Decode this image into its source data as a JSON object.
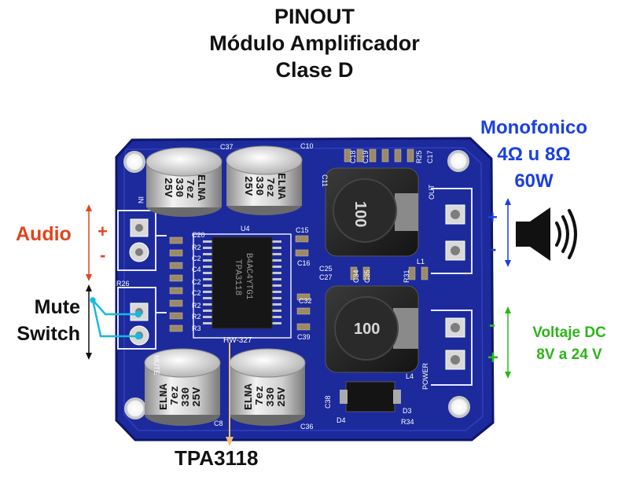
{
  "title": {
    "line1": "PINOUT",
    "line2": "Módulo Amplificador",
    "line3": "Clase D"
  },
  "output": {
    "line1": "Monofonico",
    "line2": "4Ω u 8Ω",
    "line3": "60W",
    "plus": "+",
    "minus": "-",
    "color": "#1a3fe0"
  },
  "audio": {
    "label": "Audio",
    "plus": "+",
    "minus": "-",
    "color": "#e0451e"
  },
  "mute": {
    "line1": "Mute",
    "line2": "Switch"
  },
  "power": {
    "line1": "Voltaje DC",
    "line2": "8V a 24 V",
    "minus": "-",
    "plus": "+",
    "color": "#2db51a"
  },
  "chip_label": "TPA3118",
  "board": {
    "chip_text": [
      "B4AC4YTG1",
      "TPA3118"
    ],
    "module_name": "HW-327",
    "cap_text": [
      "ELNA",
      "7ez",
      "330",
      "25V"
    ],
    "inductor_text": "100",
    "silk": {
      "c37": "C37",
      "c10": "C10",
      "c20": "C20",
      "u4": "U4",
      "c15": "C15",
      "c16": "C16",
      "c25": "C25",
      "c27": "C27",
      "c32": "C32",
      "c39": "C39",
      "r26": "R26",
      "c8": "C8",
      "c36": "C36",
      "c38": "C38",
      "c18": "C18",
      "c19": "C19",
      "r25": "R25",
      "c17": "C17",
      "c11": "C11",
      "l1": "L1",
      "l4": "L4",
      "d3": "D3",
      "d4": "D4",
      "r34": "R34",
      "r31": "R31",
      "c34": "C34",
      "c35": "C35",
      "out": "OUT",
      "power": "POWER",
      "in": "IN",
      "mute": "MUTE",
      "r2": "R2",
      "c2": "C2",
      "c4": "C4",
      "r3": "R3",
      "c21": "C2"
    }
  }
}
